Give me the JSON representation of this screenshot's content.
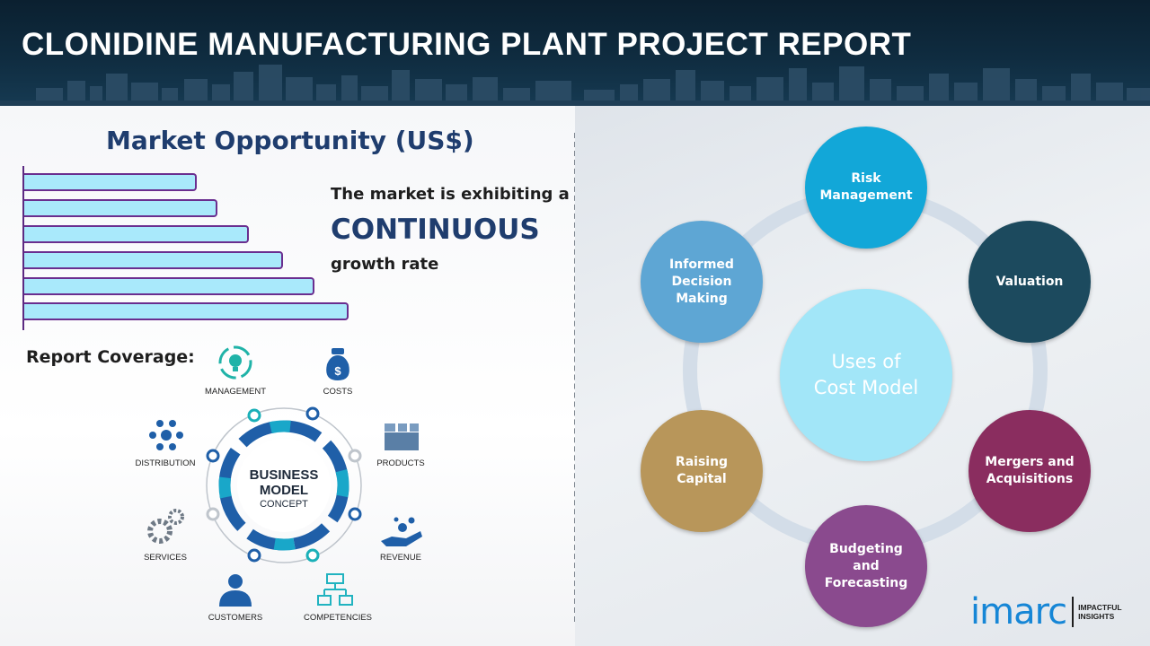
{
  "header": {
    "title": "CLONIDINE MANUFACTURING PLANT PROJECT REPORT"
  },
  "market": {
    "title": "Market Opportunity (US$)",
    "line1": "The market is exhibiting a",
    "line2": "CONTINUOUS",
    "line3": "growth rate",
    "bar_levels": [
      0.5,
      0.56,
      0.65,
      0.75,
      0.84,
      0.94
    ]
  },
  "coverage": {
    "title": "Report Coverage:",
    "center_line1": "BUSINESS",
    "center_line2": "MODEL",
    "center_line3": "CONCEPT",
    "items": [
      {
        "label": "MANAGEMENT",
        "icon": "cycle-bulb-icon"
      },
      {
        "label": "COSTS",
        "icon": "money-bag-icon"
      },
      {
        "label": "PRODUCTS",
        "icon": "boxes-icon"
      },
      {
        "label": "REVENUE",
        "icon": "hand-coins-icon"
      },
      {
        "label": "COMPETENCIES",
        "icon": "hierarchy-icon"
      },
      {
        "label": "CUSTOMERS",
        "icon": "person-icon"
      },
      {
        "label": "SERVICES",
        "icon": "gears-icon"
      },
      {
        "label": "DISTRIBUTION",
        "icon": "network-icon"
      }
    ]
  },
  "cost_model": {
    "center": "Uses of\nCost Model",
    "nodes": [
      {
        "label": "Risk\nManagement",
        "color": "#12a7d8"
      },
      {
        "label": "Valuation",
        "color": "#1c4a5e"
      },
      {
        "label": "Mergers and\nAcquisitions",
        "color": "#8a2d5f"
      },
      {
        "label": "Budgeting\nand\nForecasting",
        "color": "#8a4a8e"
      },
      {
        "label": "Raising\nCapital",
        "color": "#b8965a"
      },
      {
        "label": "Informed\nDecision\nMaking",
        "color": "#5ea6d4"
      }
    ]
  },
  "logo": {
    "word": "imarc",
    "tagline": "IMPACTFUL\nINSIGHTS"
  }
}
